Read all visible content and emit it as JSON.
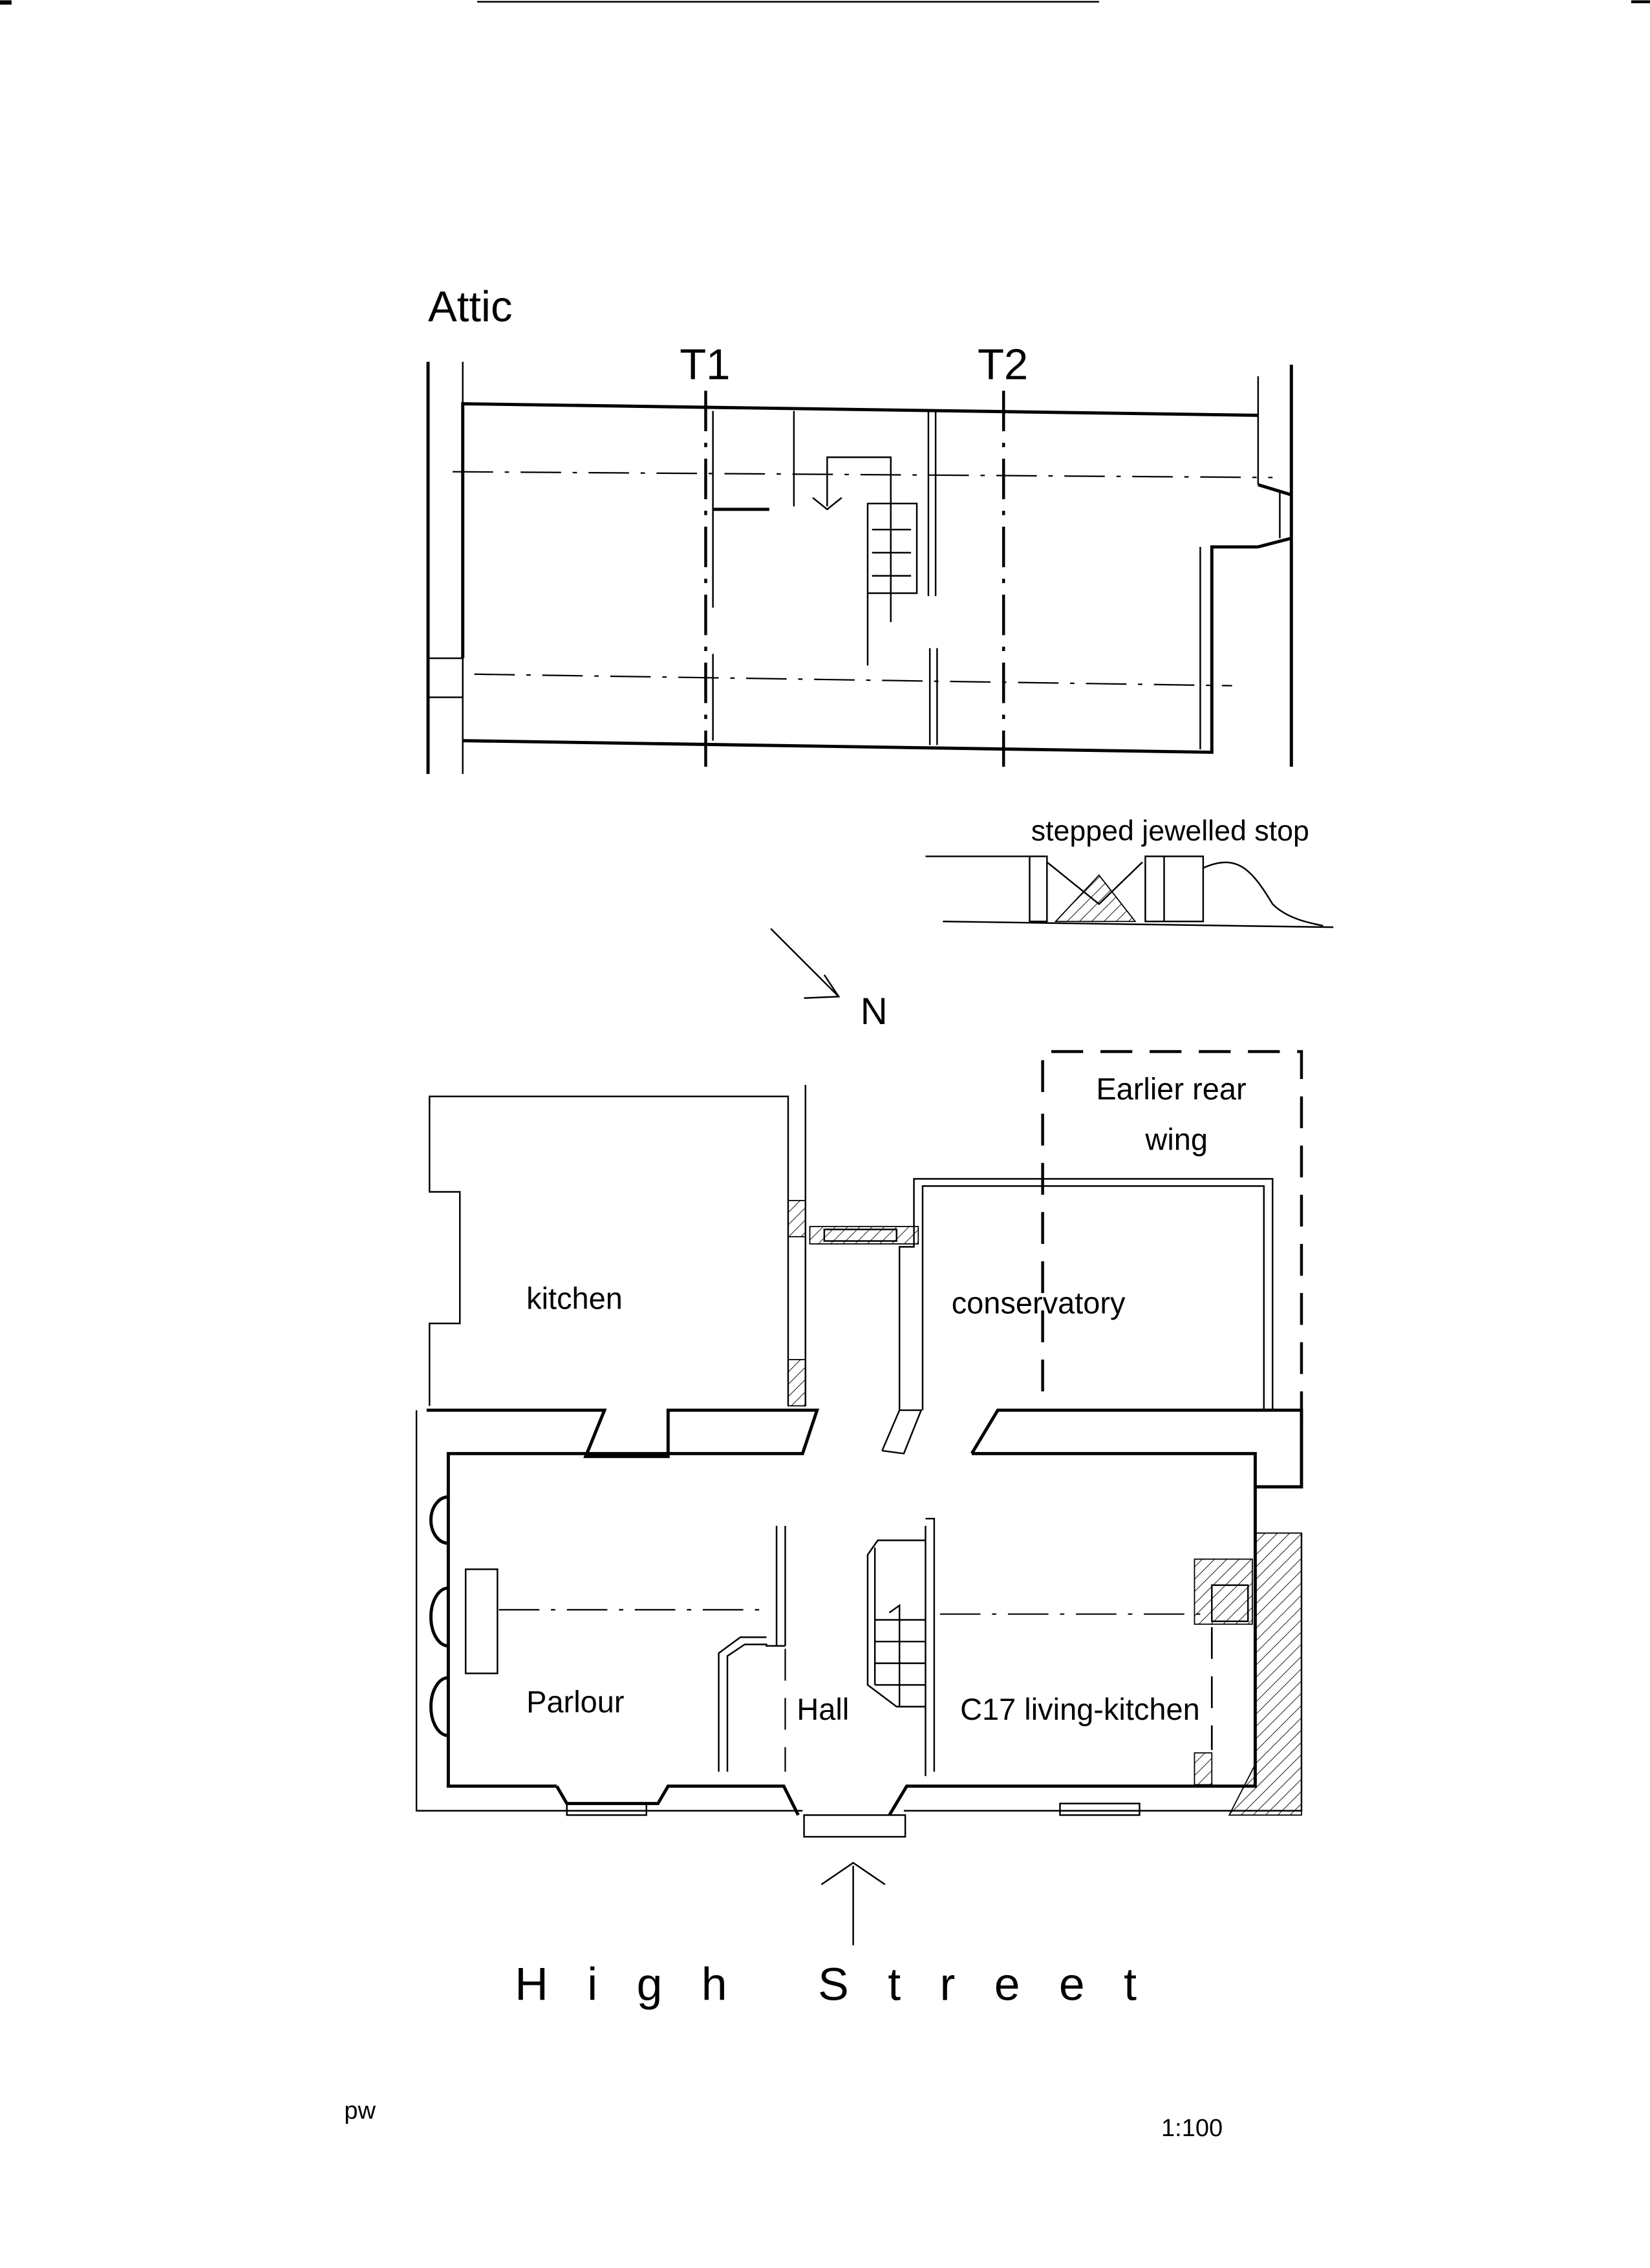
{
  "attic": {
    "title": "Attic",
    "truss_1": "T1",
    "truss_2": "T2"
  },
  "detail": {
    "label": "stepped jewelled stop"
  },
  "north_arrow": {
    "label": "N"
  },
  "rooms": {
    "kitchen": "kitchen",
    "conservatory": "conservatory",
    "rear_wing_line1": "Earlier rear",
    "rear_wing_line2": "wing",
    "parlour": "Parlour",
    "hall": "Hall",
    "living_kitchen": "C17 living-kitchen"
  },
  "street": {
    "label": "H i g h   S t r e e t"
  },
  "footer": {
    "initials": "pw",
    "scale": "1:100"
  }
}
